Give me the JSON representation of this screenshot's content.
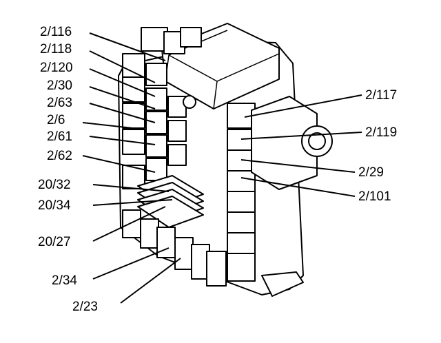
{
  "diagram": {
    "labels": [
      "2/116",
      "2/118",
      "2/120",
      "2/30",
      "2/63",
      "2/6",
      "2/61",
      "2/62",
      "20/32",
      "20/34",
      "20/27",
      "2/34",
      "2/23",
      "2/117",
      "2/119",
      "2/29",
      "2/101"
    ]
  }
}
